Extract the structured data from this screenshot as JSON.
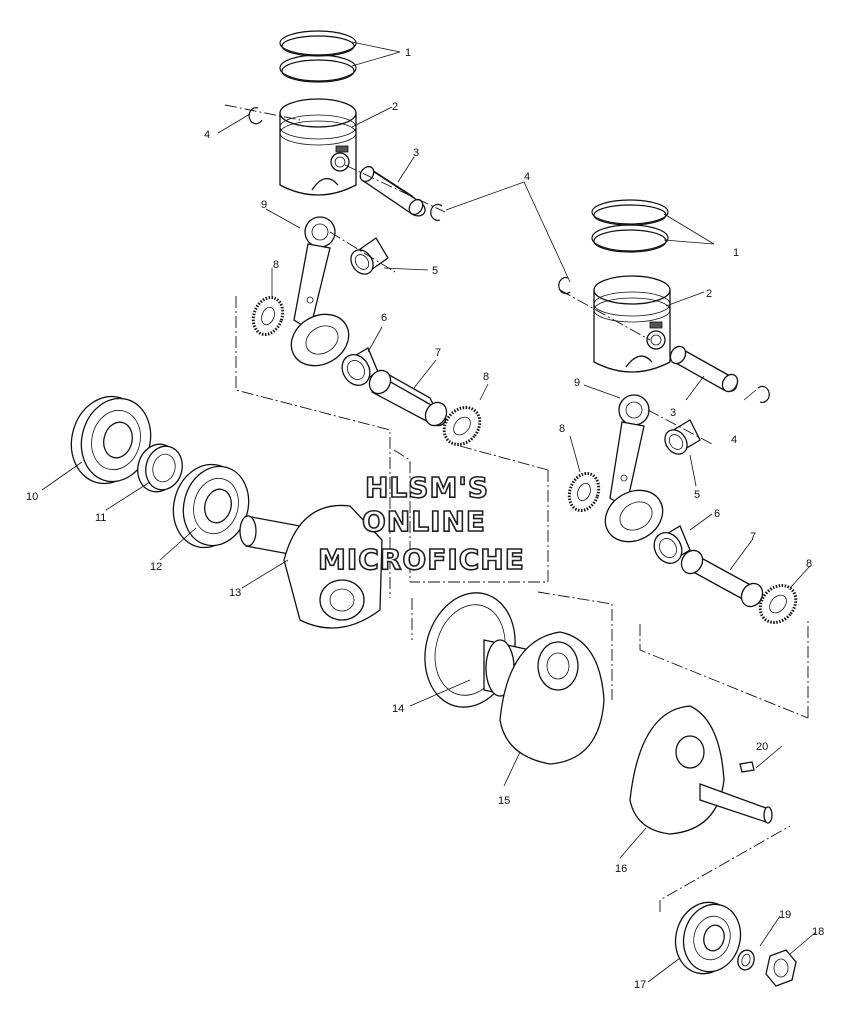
{
  "watermark": {
    "line1": "HLSM'S",
    "line2": "ONLINE",
    "line3": "MICROFICHE"
  },
  "callouts": {
    "c1a": "1",
    "c1b": "1",
    "c2a": "2",
    "c2b": "2",
    "c3a": "3",
    "c3b": "3",
    "c4a": "4",
    "c4b": "4",
    "c4c": "4",
    "c5a": "5",
    "c5b": "5",
    "c6a": "6",
    "c6b": "6",
    "c7a": "7",
    "c7b": "7",
    "c8a": "8",
    "c8b": "8",
    "c8c": "8",
    "c8d": "8",
    "c9a": "9",
    "c9b": "9",
    "c10": "10",
    "c11": "11",
    "c12": "12",
    "c13": "13",
    "c14": "14",
    "c15": "15",
    "c16": "16",
    "c17": "17",
    "c18": "18",
    "c19": "19",
    "c20": "20"
  }
}
